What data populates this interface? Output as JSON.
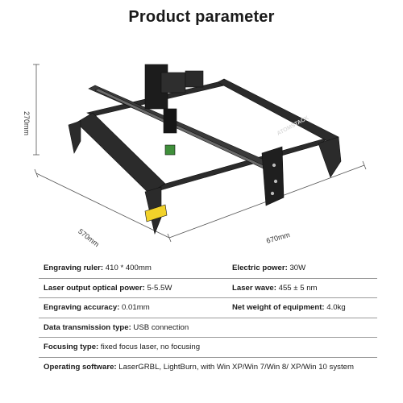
{
  "title": "Product parameter",
  "dimensions": {
    "height": "270mm",
    "depth": "570mm",
    "width": "670mm"
  },
  "brand_label": "ATOMSTACK",
  "specs": {
    "engraving_ruler": {
      "label": "Engraving ruler:",
      "value": " 410 * 400mm"
    },
    "electric_power": {
      "label": "Electric power:",
      "value": " 30W"
    },
    "laser_output": {
      "label": "Laser output optical power:",
      "value": " 5-5.5W"
    },
    "laser_wave": {
      "label": "Laser wave:",
      "value": " 455 ± 5 nm"
    },
    "engraving_accuracy": {
      "label": "Engraving accuracy:",
      "value": " 0.01mm"
    },
    "net_weight": {
      "label": "Net weight of equipment:",
      "value": " 4.0kg"
    },
    "data_transmission": {
      "label": "Data transmission type:",
      "value": " USB connection"
    },
    "focusing_type": {
      "label": "Focusing type:",
      "value": " fixed focus laser, no focusing"
    },
    "operating_software": {
      "label": "Operating software:",
      "value": " LaserGRBL, LightBurn, with Win XP/Win 7/Win 8/ XP/Win 10 system"
    }
  }
}
